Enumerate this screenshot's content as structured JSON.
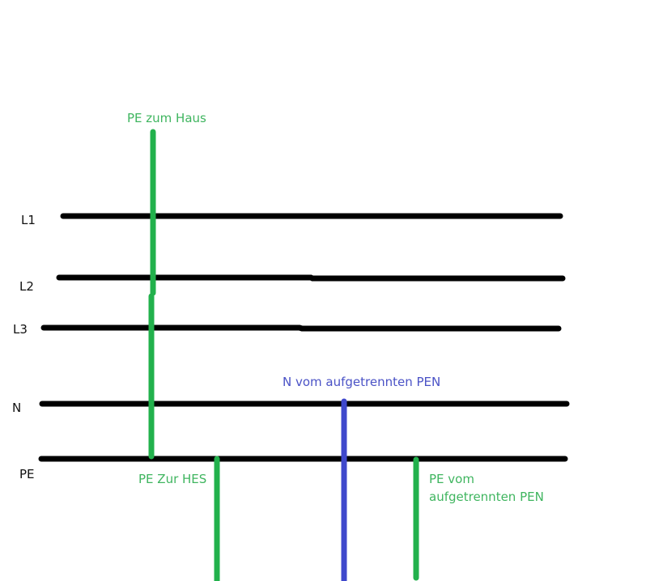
{
  "colors": {
    "conductor": "#000000",
    "pe": "#22b14c",
    "neutral": "#3f48cc",
    "pe_text": "#3fb55f",
    "neutral_text": "#4a52c6"
  },
  "labels": {
    "l1": "L1",
    "l2": "L2",
    "l3": "L3",
    "n": "N",
    "pe": "PE",
    "pe_zum_haus": "PE zum Haus",
    "pe_zur_hes": "PE Zur HES",
    "n_vom_pen": "N vom aufgetrennten PEN",
    "pe_vom_pen_line1": "PE vom",
    "pe_vom_pen_line2": "aufgetrennten PEN"
  }
}
